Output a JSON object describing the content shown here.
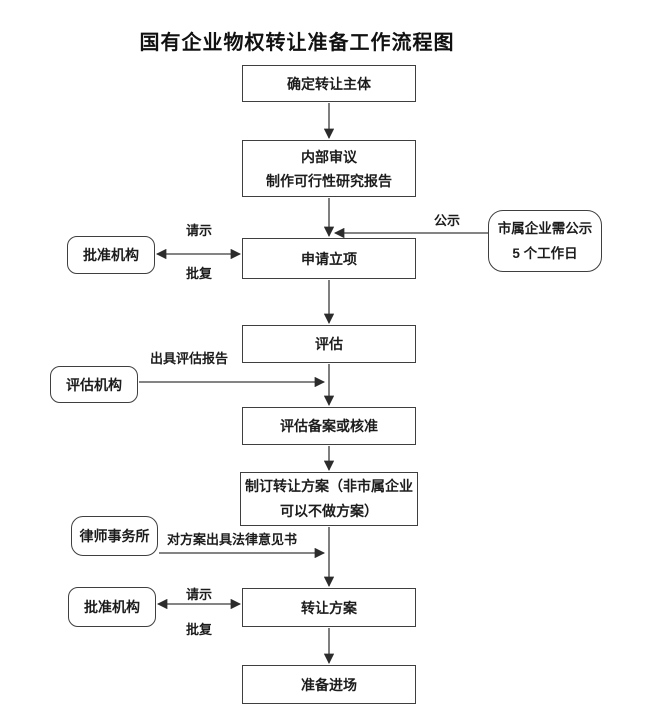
{
  "title": "国有企业物权转让准备工作流程图",
  "flow": {
    "steps": [
      {
        "label": "确定转让主体"
      },
      {
        "line1": "内部审议",
        "line2": "制作可行性研究报告"
      },
      {
        "label": "申请立项"
      },
      {
        "label": "评估"
      },
      {
        "label": "评估备案或核准"
      },
      {
        "line1": "制订转让方案（非市属企业",
        "line2": "可以不做方案）"
      },
      {
        "label": "转让方案"
      },
      {
        "label": "准备进场"
      }
    ],
    "side_nodes": [
      {
        "label": "批准机构"
      },
      {
        "line1": "市属企业需公示",
        "line2": "5 个工作日"
      },
      {
        "label": "评估机构"
      },
      {
        "label": "律师事务所"
      },
      {
        "label": "批准机构"
      }
    ],
    "edge_labels": {
      "request_top": "请示",
      "reply_top": "批复",
      "publicity": "公示",
      "issue_appraisal_report": "出具评估报告",
      "legal_opinion": "对方案出具法律意见书",
      "request_bottom": "请示",
      "reply_bottom": "批复"
    }
  },
  "colors": {
    "line": "#3a3a3a",
    "text": "#1c1c1c",
    "background": "#ffffff"
  }
}
